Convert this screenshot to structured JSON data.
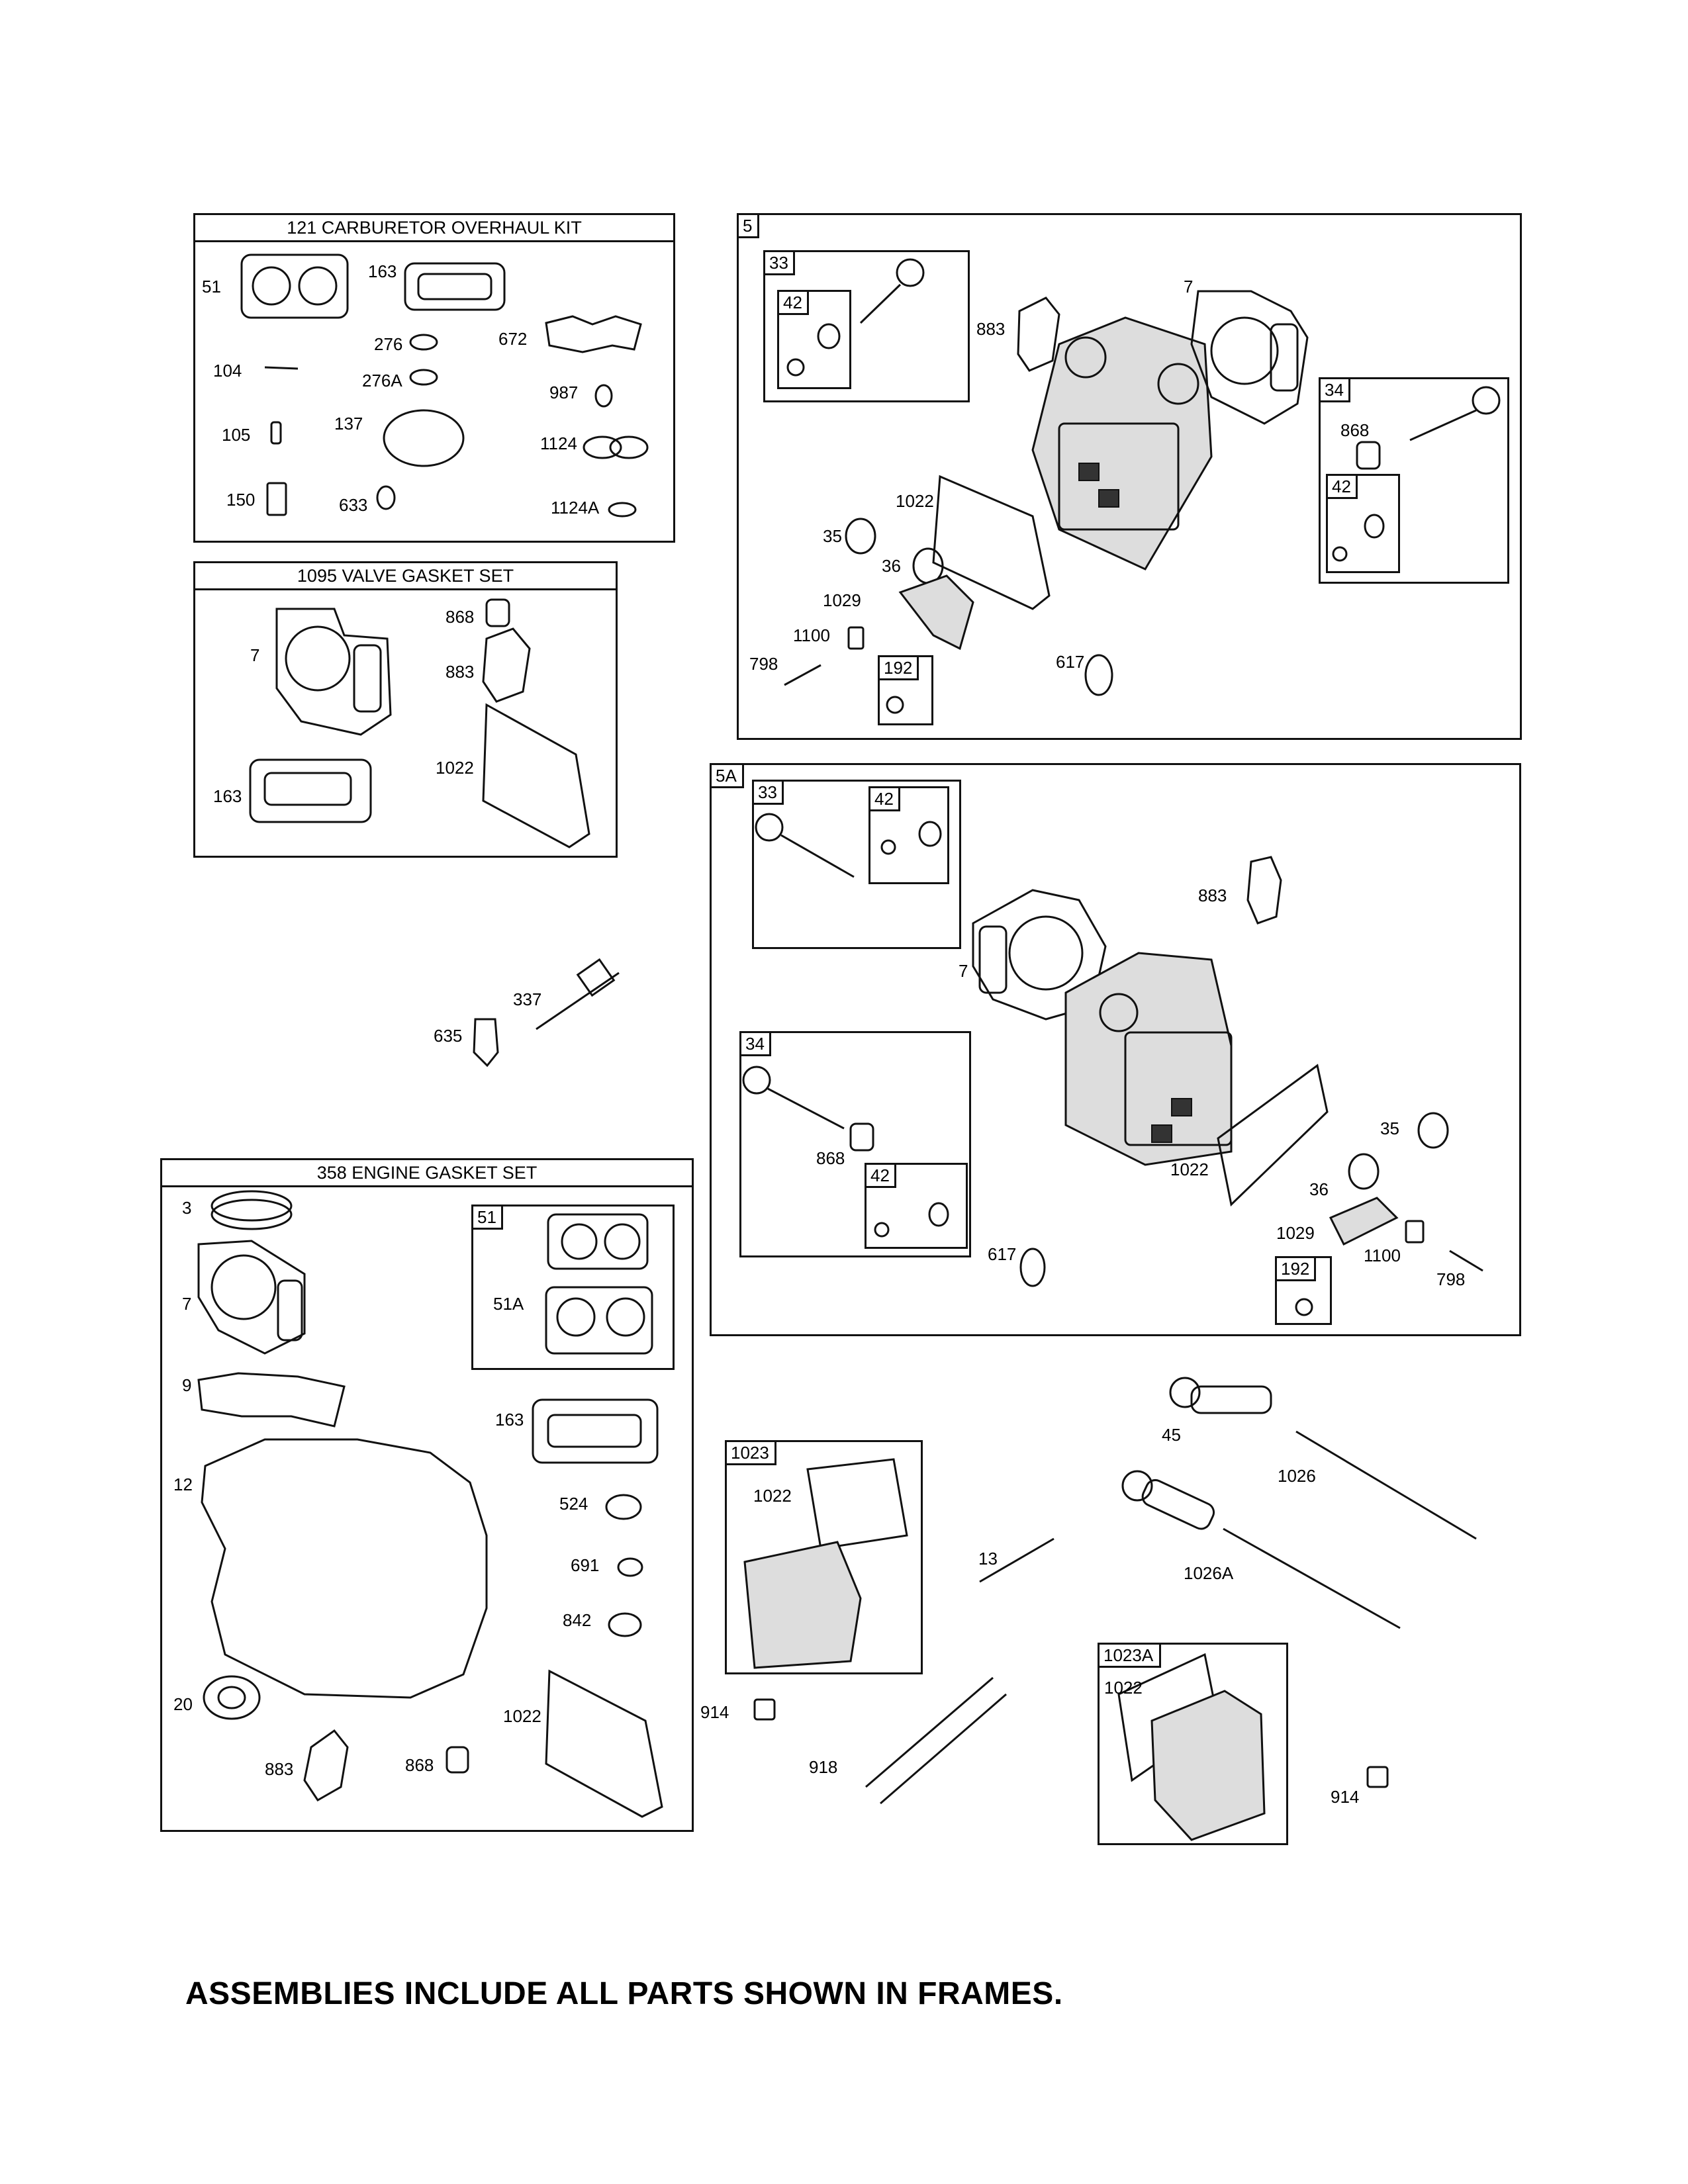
{
  "frames": {
    "carb_kit": "121 CARBURETOR OVERHAUL KIT",
    "valve_gasket": "1095 VALVE GASKET SET",
    "engine_gasket": "358 ENGINE GASKET SET"
  },
  "tags": {
    "t5": "5",
    "t5a": "5A",
    "t33a": "33",
    "t42a": "42",
    "t34a": "34",
    "t42b": "42",
    "t192a": "192",
    "t33b": "33",
    "t42c": "42",
    "t34b": "34",
    "t42d": "42",
    "t192b": "192",
    "t51": "51",
    "t1023": "1023",
    "t1023a": "1023A"
  },
  "labels": {
    "c51": "51",
    "c163": "163",
    "c276": "276",
    "c672": "672",
    "c104": "104",
    "c276a": "276A",
    "c987": "987",
    "c105": "105",
    "c137": "137",
    "c1124": "1124",
    "c150": "150",
    "c633": "633",
    "c1124a": "1124A",
    "v868": "868",
    "v7": "7",
    "v883": "883",
    "v1022": "1022",
    "v163": "163",
    "h883": "883",
    "h7": "7",
    "h868": "868",
    "h1022": "1022",
    "h35": "35",
    "h36": "36",
    "h1029": "1029",
    "h1100": "1100",
    "h798": "798",
    "h617": "617",
    "p337": "337",
    "p635": "635",
    "a883": "883",
    "a7": "7",
    "a868": "868",
    "a1022": "1022",
    "a35": "35",
    "a36": "36",
    "a1029": "1029",
    "a1100": "1100",
    "a798": "798",
    "a617": "617",
    "e3": "3",
    "e7": "7",
    "e51a": "51A",
    "e9": "9",
    "e163": "163",
    "e12": "12",
    "e524": "524",
    "e691": "691",
    "e842": "842",
    "e20": "20",
    "e1022": "1022",
    "e883": "883",
    "e868": "868",
    "r45": "45",
    "r1026": "1026",
    "r1026a": "1026A",
    "k1022": "1022",
    "k13": "13",
    "k914": "914",
    "k918": "918",
    "m1022": "1022",
    "m914": "914"
  },
  "footer": "ASSEMBLIES INCLUDE ALL PARTS SHOWN IN FRAMES."
}
